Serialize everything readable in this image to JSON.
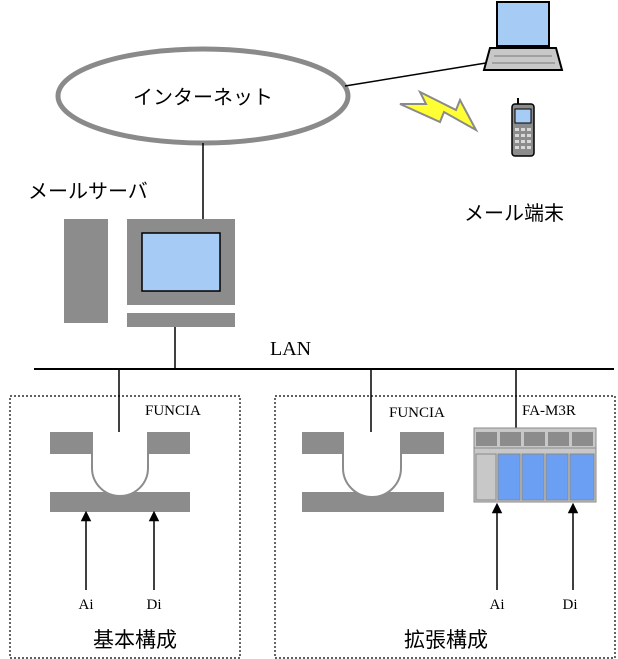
{
  "labels": {
    "internet": "インターネット",
    "mail_server": "メールサーバ",
    "mail_terminal": "メール端末",
    "lan": "LAN",
    "basic": {
      "funcia": "FUNCIA",
      "ai": "Ai",
      "di": "Di",
      "title": "基本構成"
    },
    "extended": {
      "funcia": "FUNCIA",
      "fam3r": "FA-M3R",
      "ai": "Ai",
      "di": "Di",
      "title": "拡張構成"
    }
  },
  "icons": {
    "laptop": "laptop-icon",
    "phone": "mobile-phone-icon",
    "wireless": "lightning-icon",
    "server": "server-computer-icon",
    "controller": "funcia-controller-icon",
    "plc": "fa-m3r-plc-icon"
  },
  "colors": {
    "screen": "#a6ccf5",
    "device_gray": "#8c8c8c",
    "device_light": "#c8c8c8",
    "module_blue": "#6a9ff3",
    "lightning": "#ffff33",
    "line": "#000000"
  }
}
